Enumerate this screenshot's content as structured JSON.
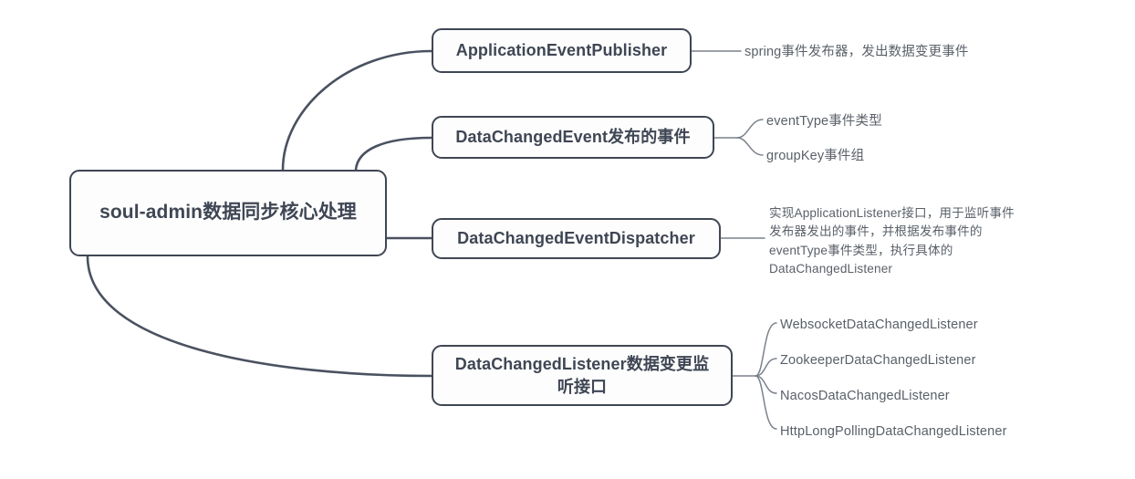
{
  "diagram": {
    "title": "soul-admin数据同步核心处理",
    "type": "mind-map",
    "colors": {
      "node_border": "#3f4654",
      "node_text": "#3f4654",
      "node_fill": "#fdfdfd",
      "edge": "#4a5160",
      "leaf_text": "#5a6068",
      "leaf_edge": "#7b828c",
      "background": "#ffffff"
    },
    "root": {
      "label": "soul-admin数据同步核心处理"
    },
    "branches": [
      {
        "label": "ApplicationEventPublisher",
        "leaves": [
          {
            "label": "spring事件发布器，发出数据变更事件"
          }
        ]
      },
      {
        "label": "DataChangedEvent发布的事件",
        "leaves": [
          {
            "label": "eventType事件类型"
          },
          {
            "label": "groupKey事件组"
          }
        ]
      },
      {
        "label": "DataChangedEventDispatcher",
        "leaves": [
          {
            "label": "实现ApplicationListener接口，用于监听事件\n发布器发出的事件，并根据发布事件的\neventType事件类型，执行具体的\nDataChangedListener"
          }
        ]
      },
      {
        "label": "DataChangedListener数据变更监听接口",
        "leaves": [
          {
            "label": "WebsocketDataChangedListener"
          },
          {
            "label": "ZookeeperDataChangedListener"
          },
          {
            "label": "NacosDataChangedListener"
          },
          {
            "label": "HttpLongPollingDataChangedListener"
          }
        ]
      }
    ]
  }
}
